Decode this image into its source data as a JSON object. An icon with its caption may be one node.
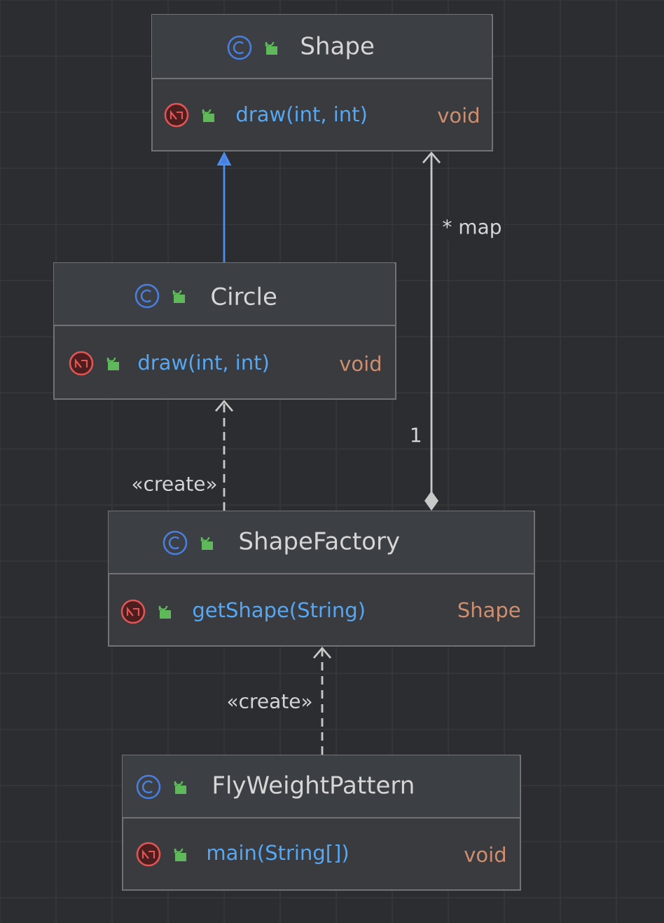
{
  "diagram": {
    "nodes": [
      {
        "text": [
          "Shape",
          "draw(int, int)",
          "void"
        ]
      },
      {
        "text": [
          "Circle",
          "draw(int, int)",
          "void"
        ]
      },
      {
        "text": [
          "ShapeFactory",
          "getShape(String)",
          "Shape"
        ]
      },
      {
        "text": [
          "FlyWeightPattern",
          "main(String[])",
          "void"
        ]
      }
    ],
    "edges": [
      {
        "from": 1,
        "to": 0,
        "arrow": "to",
        "color": "#4a8ff0"
      },
      {
        "from": 2,
        "to": 1,
        "arrow": "to",
        "style": "dashed",
        "label": "«create»"
      },
      {
        "from": 2,
        "to": 0,
        "arrow": "to",
        "label": "* map"
      },
      {
        "from": 3,
        "to": 2,
        "arrow": "to",
        "style": "dashed",
        "label": "«create»"
      }
    ],
    "labels": [
      "1"
    ]
  }
}
